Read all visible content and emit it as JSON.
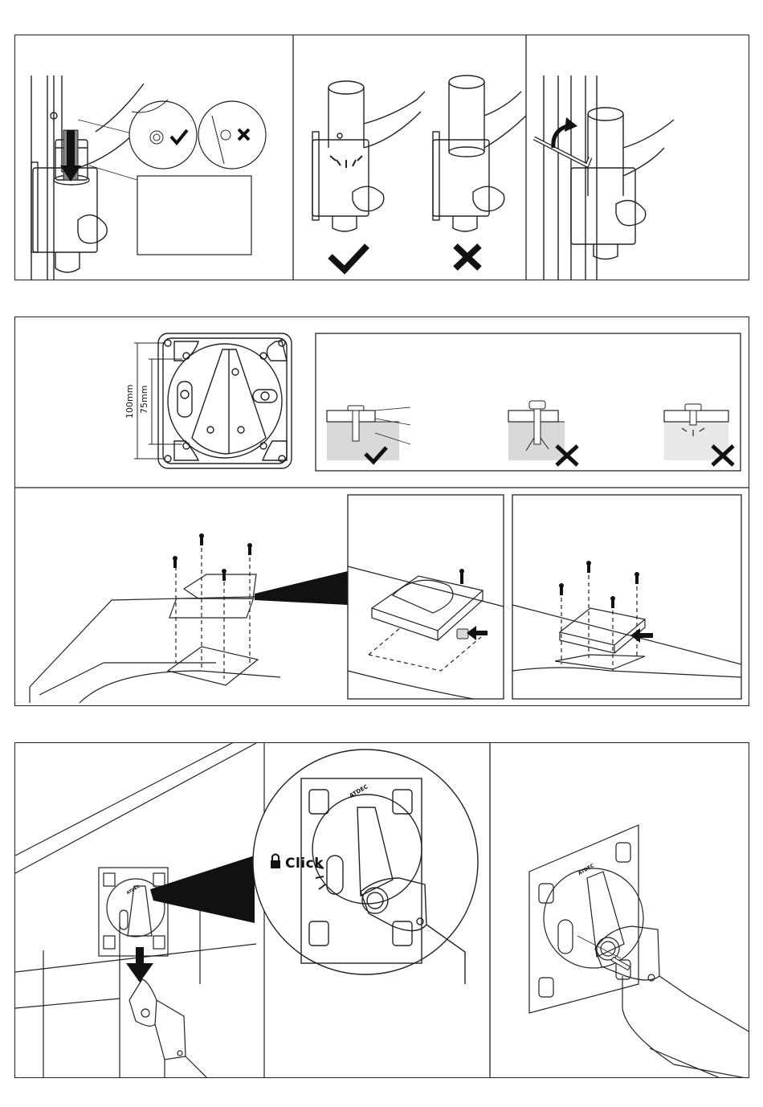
{
  "dimensions": {
    "outer": "100mm",
    "inner": "75mm"
  },
  "zoom_label": "Click",
  "brand": "ATDEC",
  "colors": {
    "ink": "#111111",
    "line": "#222222",
    "shade": "#d9d9d9",
    "wall": "#e8e8e8"
  },
  "icons": [
    "check-icon",
    "cross-icon",
    "arrow-down-icon",
    "arrow-left-icon",
    "lock-icon",
    "hex-key-icon"
  ]
}
